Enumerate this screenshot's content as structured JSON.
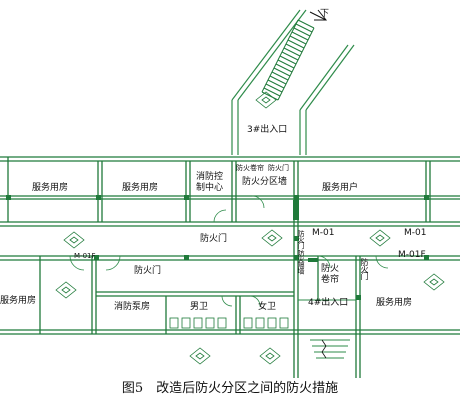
{
  "caption": "图5　改造后防火分区之间的防火措施",
  "labels": {
    "down_arrow": "下",
    "exit3": "3#出入口",
    "exit4": "4#出入口",
    "service_room_1": "服务用房",
    "service_room_2": "服务用房",
    "service_room_3": "服务用户",
    "service_room_4": "服务用房",
    "service_room_5": "服务用房",
    "fire_control_center": "消防控\n制中心",
    "fire_shutter_top": "防火卷帘",
    "fire_door_top": "防火门",
    "fire_compartment_wall": "防火分区墙",
    "fire_door_mid": "防火门",
    "fire_door_left": "防火门",
    "fire_door_right": "防火门",
    "fire_shutter_right": "防火\n卷帘",
    "pump_room": "消防泵房",
    "mens_toilet": "男卫",
    "womens_toilet": "女卫",
    "m01_a": "M-01",
    "m01_b": "M-01",
    "m01f_right": "M-01F",
    "m01f_left": "M-01F",
    "vertical_wall_text": "防火门 防火隔墙",
    "vertical_curtain_text": "防火隔墙"
  },
  "colors": {
    "wall": "#1f7a3a",
    "line": "#2e8b4a",
    "text": "#111111"
  }
}
